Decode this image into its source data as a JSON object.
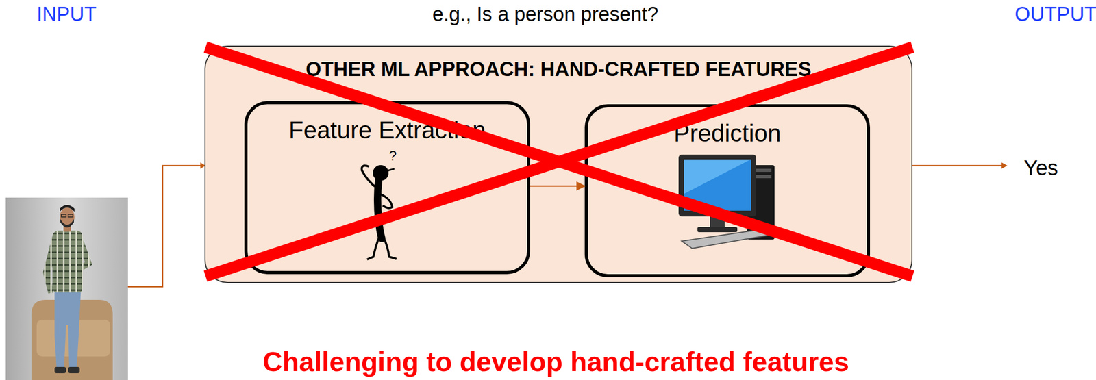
{
  "diagram": {
    "nodes": [
      {
        "text": [
          "OTHER ML APPROACH: HAND-CRAFTED FEATURES"
        ]
      },
      {
        "text": [
          "Feature Extraction"
        ],
        "in": 0
      },
      {
        "text": [
          "Prediction"
        ],
        "in": 0
      }
    ],
    "edges": [
      {
        "from": 1,
        "to": 2,
        "arrow": "to"
      }
    ],
    "labels": [
      "INPUT",
      "e.g., Is a person present?",
      "OUTPUT",
      "Yes",
      "?",
      "Challenging to develop hand-crafted features"
    ]
  }
}
